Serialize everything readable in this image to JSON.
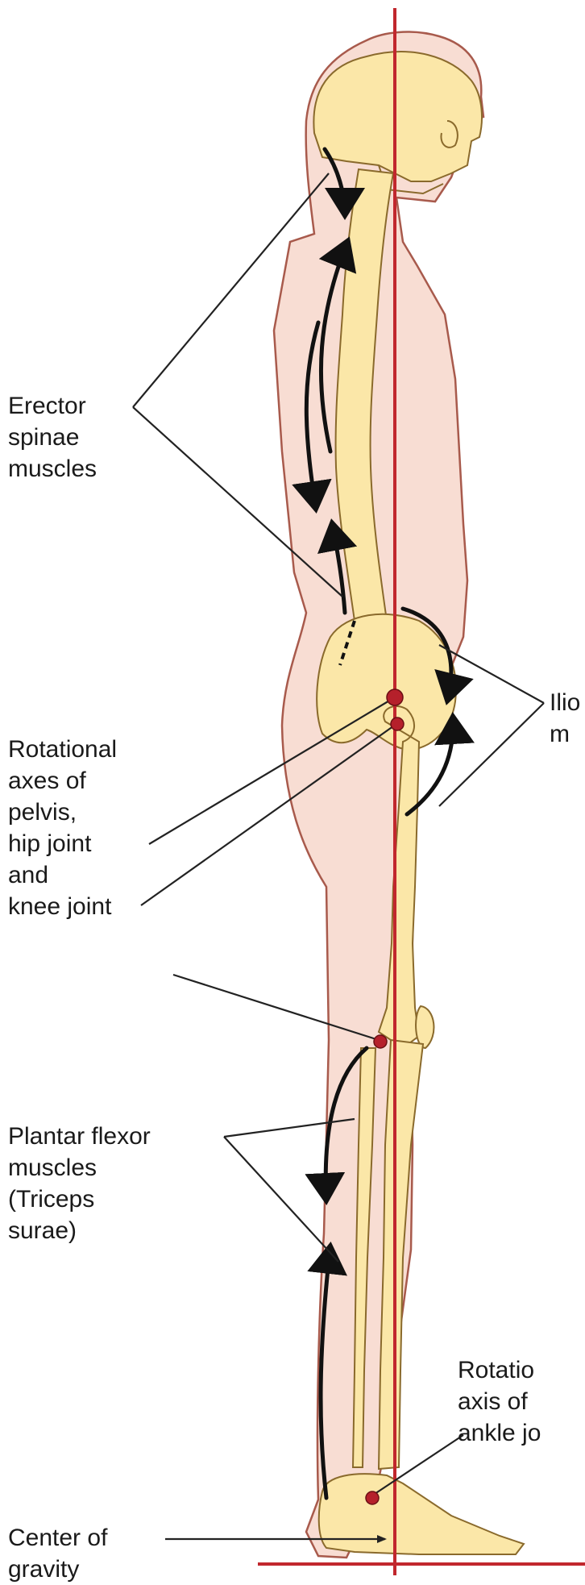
{
  "colors": {
    "skin": "#f8ddd3",
    "skin_outline": "#a85a4c",
    "bone": "#fbe7a8",
    "bone_outline": "#8a6a2c",
    "gravity_line": "#c1272d",
    "axis_dot": "#b5202b",
    "arrow": "#111111",
    "leader": "#222222"
  },
  "icons": {
    "muscle_arrow": "double-headed-curved-arrow",
    "axis_marker": "filled-circle"
  },
  "labels": {
    "erector_spinae": "Erector\nspinae\nmuscles",
    "iliopsoas": "Ilio\nm",
    "rotational_axes": "Rotational\naxes of\npelvis,\nhip joint\nand\nknee joint",
    "plantar_flexor": "Plantar flexor\nmuscles\n(Triceps\nsurae)",
    "ankle_axis": "Rotatio\naxis of\nankle jo",
    "center_of_gravity": "Center of\ngravity"
  }
}
